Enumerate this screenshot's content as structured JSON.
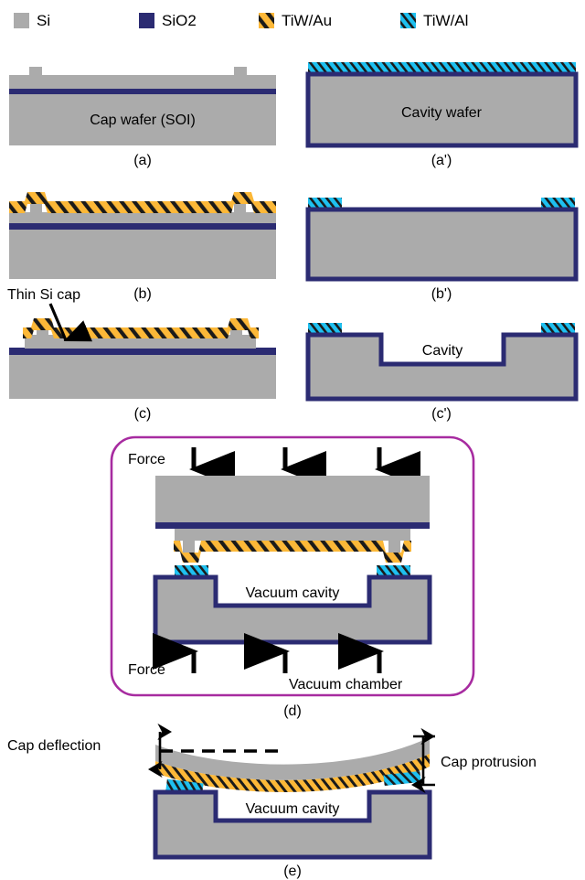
{
  "figure": {
    "type": "process-flow-cross-section",
    "description": "Wafer-level vacuum packaging process flow cross sections"
  },
  "legend": {
    "items": [
      {
        "label": "Si",
        "swatch": "si",
        "color": "#ababab",
        "hatch": "none"
      },
      {
        "label": "SiO2",
        "swatch": "sio2",
        "color": "#2b2b72",
        "hatch": "none"
      },
      {
        "label": "TiW/Au",
        "swatch": "tiwau",
        "color": "#fcb838",
        "hatch": "diagonal-black"
      },
      {
        "label": "TiW/Al",
        "swatch": "tiwal",
        "color": "#1ec0f0",
        "hatch": "diagonal-black"
      }
    ]
  },
  "colors": {
    "silicon": "#ababab",
    "oxide": "#2b2b72",
    "gold": "#fcb838",
    "aluminum": "#1ec0f0",
    "hatch": "#1a1a1a",
    "chamber_border": "#a72ba0",
    "cavity_fill": "#ffffff",
    "outline": "#2b2b72"
  },
  "panels": [
    {
      "id": "a",
      "caption": "(a)",
      "title": "Cap wafer (SOI)",
      "column": "left"
    },
    {
      "id": "a2",
      "caption": "(a')",
      "title": "Cavity wafer",
      "column": "right"
    },
    {
      "id": "b",
      "caption": "(b)",
      "title": "",
      "column": "left"
    },
    {
      "id": "b2",
      "caption": "(b')",
      "title": "",
      "column": "right"
    },
    {
      "id": "c",
      "caption": "(c)",
      "title": "",
      "column": "left"
    },
    {
      "id": "c2",
      "caption": "(c')",
      "title": "Cavity",
      "column": "right"
    },
    {
      "id": "d",
      "caption": "(d)",
      "title": "Vacuum cavity",
      "column": "full"
    },
    {
      "id": "e",
      "caption": "(e)",
      "title": "Vacuum cavity",
      "column": "full"
    }
  ],
  "captions": {
    "a": "(a)",
    "a_prime": "(a')",
    "b": "(b)",
    "b_prime": "(b')",
    "c": "(c)",
    "c_prime": "(c')",
    "d": "(d)",
    "e": "(e)"
  },
  "annotations": {
    "cap_wafer_soi": "Cap wafer (SOI)",
    "cavity_wafer": "Cavity wafer",
    "thin_si_cap": "Thin Si cap",
    "cavity": "Cavity",
    "force_top": "Force",
    "force_bottom": "Force",
    "vacuum_cavity_d": "Vacuum cavity",
    "vacuum_chamber": "Vacuum chamber",
    "cap_deflection": "Cap deflection",
    "cap_protrusion": "Cap protrusion",
    "vacuum_cavity_e": "Vacuum cavity"
  }
}
